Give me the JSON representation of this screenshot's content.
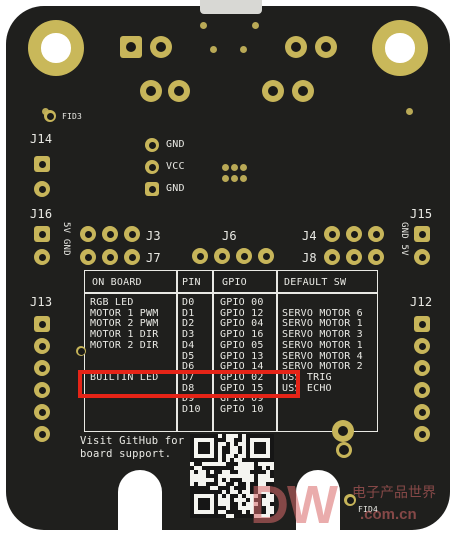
{
  "photo": {
    "subject": "black PCB expansion board, rear silkscreen view"
  },
  "connectors": {
    "j14": "J14",
    "j16": "J16",
    "j13": "J13",
    "j15": "J15",
    "j12": "J12",
    "j3": "J3",
    "j7": "J7",
    "j6": "J6",
    "j4": "J4",
    "j8": "J8",
    "fid3": "FID3",
    "fid4": "FID4"
  },
  "power_labels": {
    "gnd_top": "GND",
    "vcc": "VCC",
    "gnd_bottom": "GND"
  },
  "side_labels": {
    "left": "5V GND",
    "right": "GND 5V"
  },
  "pin_table": {
    "headers": [
      "ON BOARD",
      "PIN",
      "GPIO",
      "DEFAULT SW"
    ],
    "rows": [
      [
        "RGB LED",
        "D0",
        "GPIO 00",
        ""
      ],
      [
        "MOTOR 1 PWM",
        "D1",
        "GPIO 12",
        "SERVO MOTOR 6"
      ],
      [
        "MOTOR 2 PWM",
        "D2",
        "GPIO 04",
        "SERVO MOTOR 1"
      ],
      [
        "MOTOR 1 DIR",
        "D3",
        "GPIO 16",
        "SERVO MOTOR 3"
      ],
      [
        "MOTOR 2 DIR",
        "D4",
        "GPIO 05",
        "SERVO MOTOR 1"
      ],
      [
        "",
        "D5",
        "GPIO 13",
        "SERVO MOTOR 4"
      ],
      [
        "",
        "D6",
        "GPIO 14",
        "SERVO MOTOR 2"
      ],
      [
        "BUILTIN LED",
        "D7",
        "GPIO 02",
        "USS TRIG"
      ],
      [
        "",
        "D8",
        "GPIO 15",
        "USS ECHO"
      ],
      [
        "",
        "D9",
        "GPIO 09",
        ""
      ],
      [
        "",
        "D10",
        "GPIO 10",
        ""
      ]
    ],
    "highlighted_row": "BUILTIN LED"
  },
  "support_text": [
    "Visit GitHub for",
    "board support."
  ],
  "watermark": {
    "letters": "DW",
    "chinese": "电子产品世界",
    "domain": ".com.cn"
  },
  "colors": {
    "board": "#1f1f1d",
    "pad_gold": "#c7b55a",
    "silkscreen": "#e9e9e4",
    "highlight": "#e52417"
  }
}
